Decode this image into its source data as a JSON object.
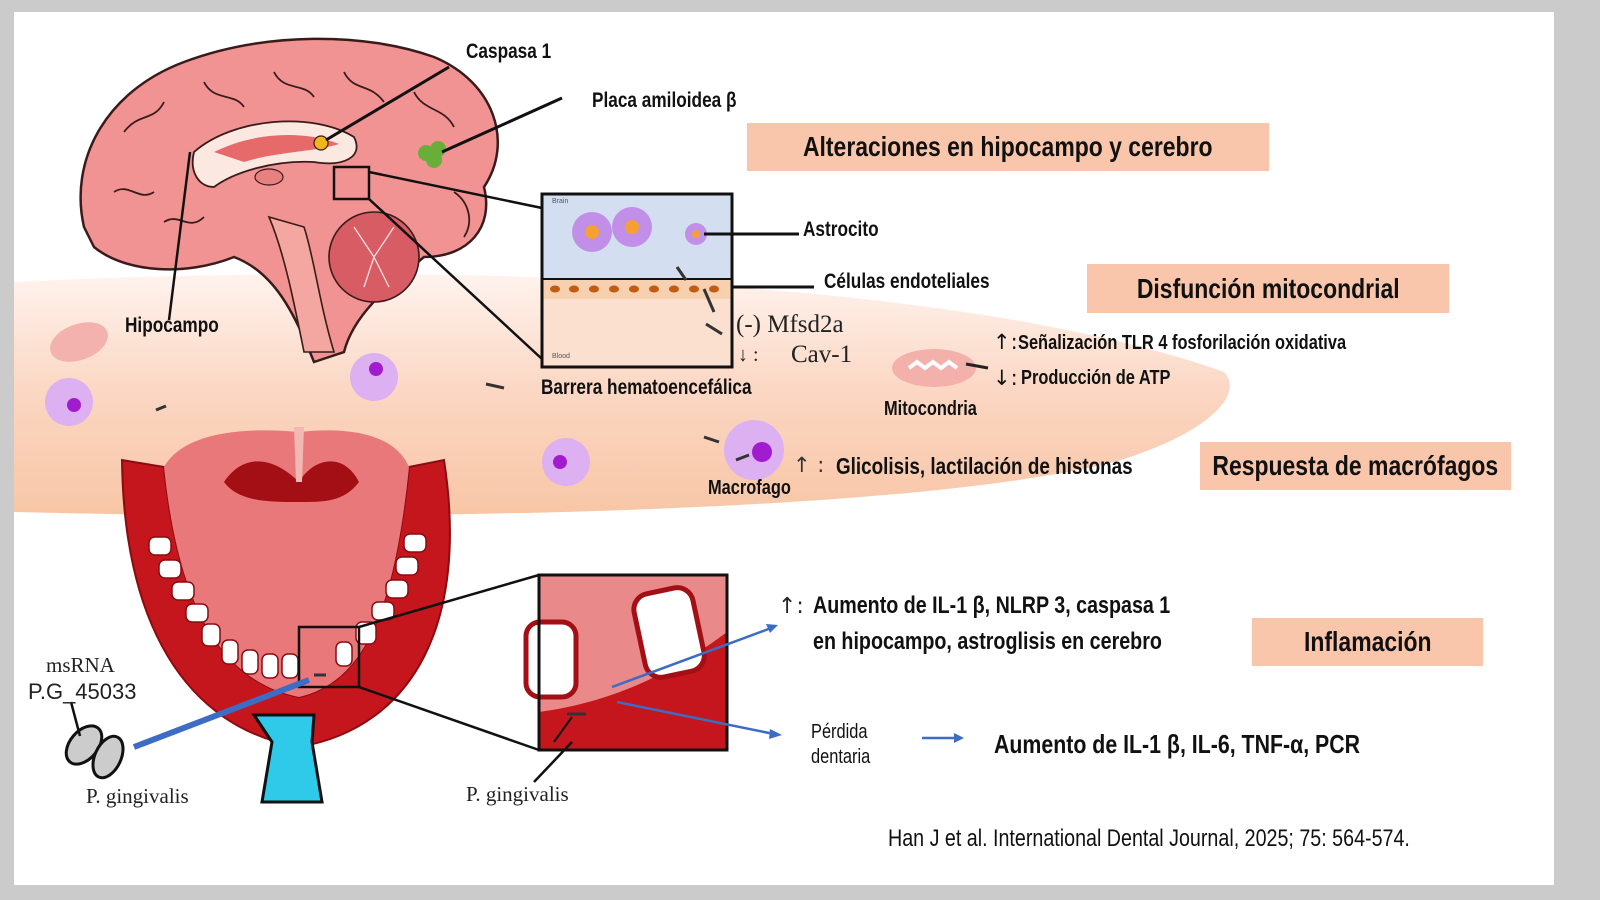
{
  "figure": {
    "brain_labels": {
      "caspase": "Caspasa 1",
      "amyloid_plaque": "Placa amiloidea β",
      "hippocampus": "Hipocampo"
    },
    "bbb_inset": {
      "brain_tag": "Brain",
      "blood_tag": "Blood",
      "astrocyte": "Astrocito",
      "endothelial_cells": "Células endoteliales",
      "mfsd2a": "(-) Mfsd2a",
      "cav1_arrow": "↓ :",
      "cav1": "Cav-1",
      "caption": "Barrera hematoencefálica"
    },
    "mitochondria": {
      "label": "Mitocondria",
      "up_arrow": "↑:",
      "up_text": "Señalización TLR 4 fosforilación oxidativa",
      "down_arrow": "↓:",
      "down_text": "Producción de ATP"
    },
    "macrophage": {
      "label": "Macrofago",
      "arrow": "↑ :",
      "text": "Glicolisis, lactilación de histonas"
    },
    "oral": {
      "msrna_label": "msRNA",
      "msrna_id": "P.G_45033",
      "bacteria_left": "P. gingivalis",
      "bacteria_inset": "P. gingivalis",
      "inflammation_arrow": "↑:",
      "inflammation_line1": "Aumento de IL-1 β, NLRP 3, caspasa 1",
      "inflammation_line2": "en hipocampo, astroglisis en cerebro",
      "tooth_loss_line1": "Pérdida",
      "tooth_loss_line2": "dentaria",
      "tooth_loss_result": "Aumento de IL-1 β, IL-6,  TNF-α, PCR"
    },
    "category_boxes": [
      {
        "label": "Alteraciones en hipocampo y cerebro"
      },
      {
        "label": "Disfunción mitocondrial"
      },
      {
        "label": "Respuesta de macrófagos"
      },
      {
        "label": "Inflamación"
      }
    ],
    "citation": "Han J et al. International Dental Journal, 2025; 75: 564-574."
  },
  "colors": {
    "label_box": "#f9c6ab",
    "brain": "#f08e8e",
    "band": "#f8c9a8",
    "jaw": "#c4161c",
    "arrow_blue": "#3c6cc4",
    "macrophage": "#d9a6ef",
    "nucleus": "#a21ccf"
  }
}
